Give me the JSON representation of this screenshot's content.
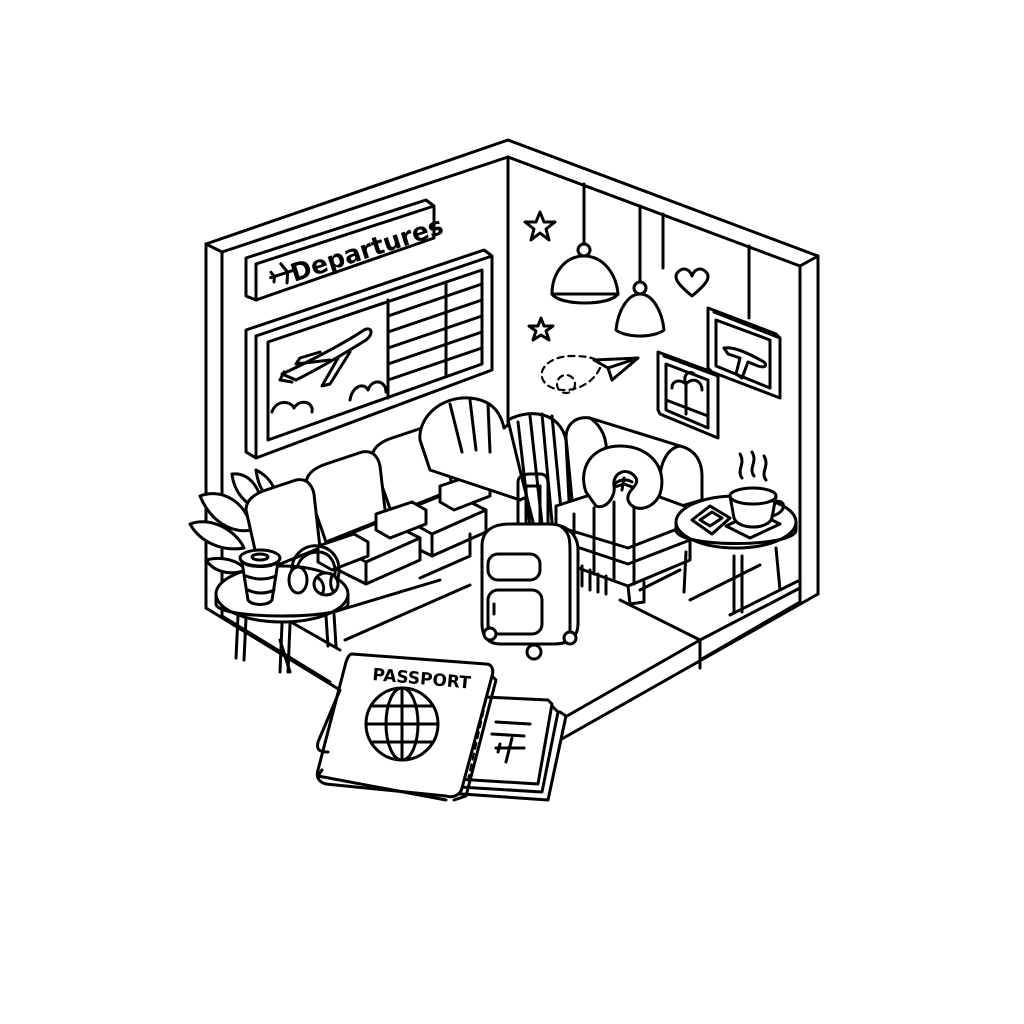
{
  "illustration": {
    "subject": "Isometric airport departure lounge coloring page",
    "style": "black line art on white",
    "colors": {
      "line": "#000000",
      "background": "#ffffff"
    }
  },
  "sign": {
    "label": "Departures",
    "icon": "airplane-icon"
  },
  "board": {
    "image": "airplane taking off over clouds",
    "rows": 7,
    "columns": 2
  },
  "wall_decor": {
    "items": [
      "star-icon",
      "star-icon",
      "heart-icon",
      "paper-plane-icon",
      "pendant-lamp",
      "pendant-lamp",
      "framed-palm-tree",
      "framed-airplane"
    ]
  },
  "furniture": {
    "items": [
      "row of three lounge chairs",
      "left side table with coffee cup and headphones",
      "armchair with blanket and neck pillow",
      "right side table with tea cup and phone",
      "potted plants",
      "rolling suitcase"
    ]
  },
  "passport": {
    "label": "PASSPORT",
    "icon": "globe-icon"
  },
  "boarding_pass": {
    "icon": "airplane-icon"
  }
}
